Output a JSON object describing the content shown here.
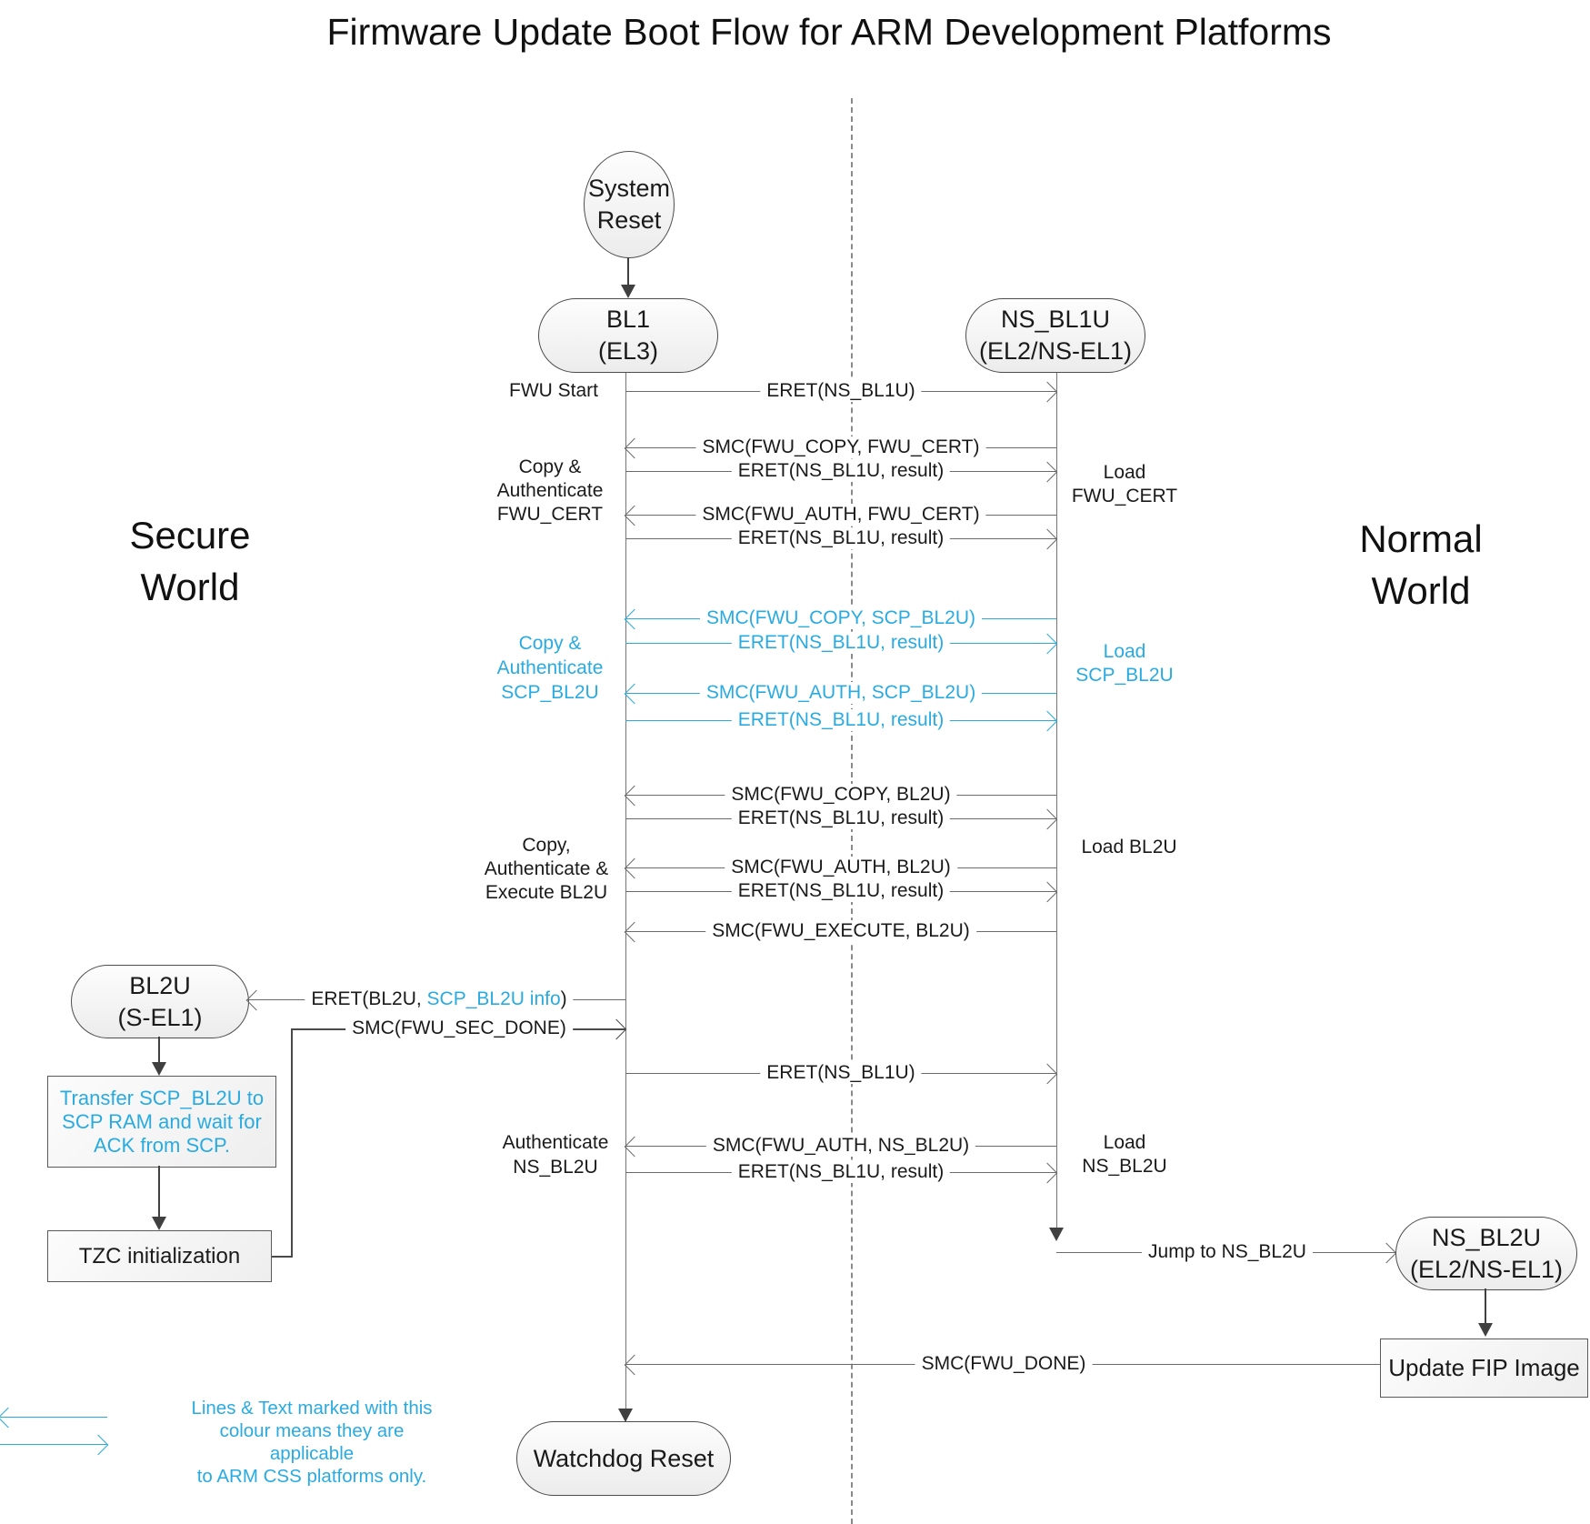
{
  "title": "Firmware Update Boot Flow for ARM Development Platforms",
  "colors": {
    "accent": "#29ABE2"
  },
  "worlds": {
    "secure": {
      "line1": "Secure",
      "line2": "World"
    },
    "normal": {
      "line1": "Normal",
      "line2": "World"
    }
  },
  "nodes": {
    "system_reset": {
      "line1": "System",
      "line2": "Reset"
    },
    "bl1": {
      "line1": "BL1",
      "line2": "(EL3)"
    },
    "ns_bl1u": {
      "line1": "NS_BL1U",
      "line2": "(EL2/NS-EL1)"
    },
    "bl2u": {
      "line1": "BL2U",
      "line2": "(S-EL1)"
    },
    "ns_bl2u": {
      "line1": "NS_BL2U",
      "line2": "(EL2/NS-EL1)"
    },
    "watchdog": {
      "label": "Watchdog Reset"
    },
    "transfer": {
      "line1": "Transfer SCP_BL2U to",
      "line2": "SCP RAM and wait for",
      "line3": "ACK from SCP."
    },
    "tzc": {
      "label": "TZC initialization"
    },
    "update_fip": {
      "label": "Update FIP Image"
    }
  },
  "messages": [
    "ERET(NS_BL1U)",
    "SMC(FWU_COPY, FWU_CERT)",
    "ERET(NS_BL1U, result)",
    "SMC(FWU_AUTH, FWU_CERT)",
    "ERET(NS_BL1U, result)",
    "SMC(FWU_COPY, SCP_BL2U)",
    "ERET(NS_BL1U, result)",
    "SMC(FWU_AUTH, SCP_BL2U)",
    "ERET(NS_BL1U, result)",
    "SMC(FWU_COPY, BL2U)",
    "ERET(NS_BL1U, result)",
    "SMC(FWU_AUTH, BL2U)",
    "ERET(NS_BL1U, result)",
    "SMC(FWU_EXECUTE, BL2U)",
    "ERET(NS_BL1U)",
    "SMC(FWU_AUTH, NS_BL2U)",
    "ERET(NS_BL1U, result)"
  ],
  "special": {
    "eret_bl2u": {
      "pre": "ERET(BL2U, ",
      "blue": "SCP_BL2U info",
      "post": ")"
    },
    "smc_sec_done": "SMC(FWU_SEC_DONE)",
    "jump": "Jump to NS_BL2U",
    "smc_done": "SMC(FWU_DONE)"
  },
  "side": {
    "fwu_start": "FWU Start",
    "g1": [
      "Copy &",
      "Authenticate",
      "FWU_CERT"
    ],
    "g2": [
      "Copy &",
      "Authenticate",
      "SCP_BL2U"
    ],
    "g3": [
      "Copy,",
      "Authenticate &",
      "Execute BL2U"
    ],
    "g4": [
      "Authenticate",
      "NS_BL2U"
    ]
  },
  "right": {
    "g1": [
      "Load",
      "FWU_CERT"
    ],
    "g2": [
      "Load",
      "SCP_BL2U"
    ],
    "g3": "Load BL2U",
    "g4": [
      "Load",
      "NS_BL2U"
    ]
  },
  "legend": {
    "line1": "Lines & Text marked with this",
    "line2": "colour means they are applicable",
    "line3": "to ARM CSS platforms only."
  }
}
